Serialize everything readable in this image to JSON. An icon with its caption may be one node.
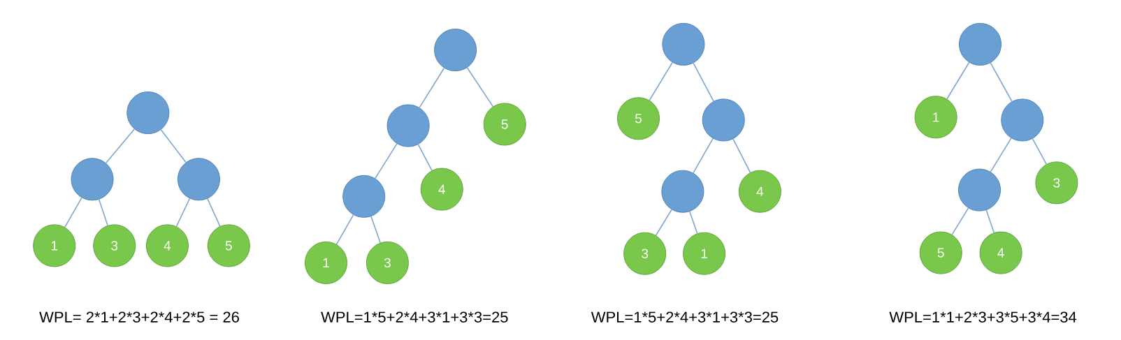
{
  "diagram": {
    "nodes": [
      {
        "text": [],
        "shape": "circle"
      },
      {
        "text": [],
        "shape": "circle"
      },
      {
        "text": [],
        "shape": "circle"
      },
      {
        "text": [
          "1"
        ]
      },
      {
        "text": [
          "3"
        ]
      },
      {
        "text": [
          "4"
        ]
      },
      {
        "text": [
          "5"
        ]
      },
      {
        "text": [],
        "shape": "circle"
      },
      {
        "text": [],
        "shape": "circle"
      },
      {
        "text": [
          "5"
        ]
      },
      {
        "text": [],
        "shape": "circle"
      },
      {
        "text": [
          "4"
        ]
      },
      {
        "text": [
          "1"
        ]
      },
      {
        "text": [
          "3"
        ]
      },
      {
        "text": [],
        "shape": "circle"
      },
      {
        "text": [
          "5"
        ]
      },
      {
        "text": [],
        "shape": "circle"
      },
      {
        "text": [],
        "shape": "circle"
      },
      {
        "text": [
          "4"
        ]
      },
      {
        "text": [
          "3"
        ]
      },
      {
        "text": [
          "1"
        ]
      },
      {
        "text": [],
        "shape": "circle"
      },
      {
        "text": [
          "1"
        ]
      },
      {
        "text": [],
        "shape": "circle"
      },
      {
        "text": [
          "3"
        ]
      },
      {
        "text": [],
        "shape": "circle"
      },
      {
        "text": [
          "5"
        ]
      },
      {
        "text": [
          "4"
        ]
      }
    ],
    "edges": [
      {
        "from": 0,
        "to": 1,
        "arrow": "none"
      },
      {
        "from": 0,
        "to": 2,
        "arrow": "none"
      },
      {
        "from": 1,
        "to": 3,
        "arrow": "none"
      },
      {
        "from": 1,
        "to": 4,
        "arrow": "none"
      },
      {
        "from": 2,
        "to": 5,
        "arrow": "none"
      },
      {
        "from": 2,
        "to": 6,
        "arrow": "none"
      },
      {
        "from": 7,
        "to": 8,
        "arrow": "none"
      },
      {
        "from": 7,
        "to": 9,
        "arrow": "none"
      },
      {
        "from": 8,
        "to": 10,
        "arrow": "none"
      },
      {
        "from": 8,
        "to": 11,
        "arrow": "none"
      },
      {
        "from": 10,
        "to": 12,
        "arrow": "none"
      },
      {
        "from": 10,
        "to": 13,
        "arrow": "none"
      },
      {
        "from": 14,
        "to": 15,
        "arrow": "none"
      },
      {
        "from": 14,
        "to": 16,
        "arrow": "none"
      },
      {
        "from": 16,
        "to": 17,
        "arrow": "none"
      },
      {
        "from": 16,
        "to": 18,
        "arrow": "none"
      },
      {
        "from": 17,
        "to": 19,
        "arrow": "none"
      },
      {
        "from": 17,
        "to": 20,
        "arrow": "none"
      },
      {
        "from": 21,
        "to": 22,
        "arrow": "none"
      },
      {
        "from": 21,
        "to": 23,
        "arrow": "none"
      },
      {
        "from": 23,
        "to": 24,
        "arrow": "none"
      },
      {
        "from": 23,
        "to": 25,
        "arrow": "none"
      },
      {
        "from": 25,
        "to": 26,
        "arrow": "none"
      },
      {
        "from": 25,
        "to": 27,
        "arrow": "none"
      }
    ],
    "labels": [
      "WPL= 2*1+2*3+2*4+2*5 = 26",
      "WPL=1*5+2*4+3*1+3*3=25",
      "WPL=1*5+2*4+3*1+3*3=25",
      "WPL=1*1+2*3+3*5+3*4=34"
    ]
  }
}
